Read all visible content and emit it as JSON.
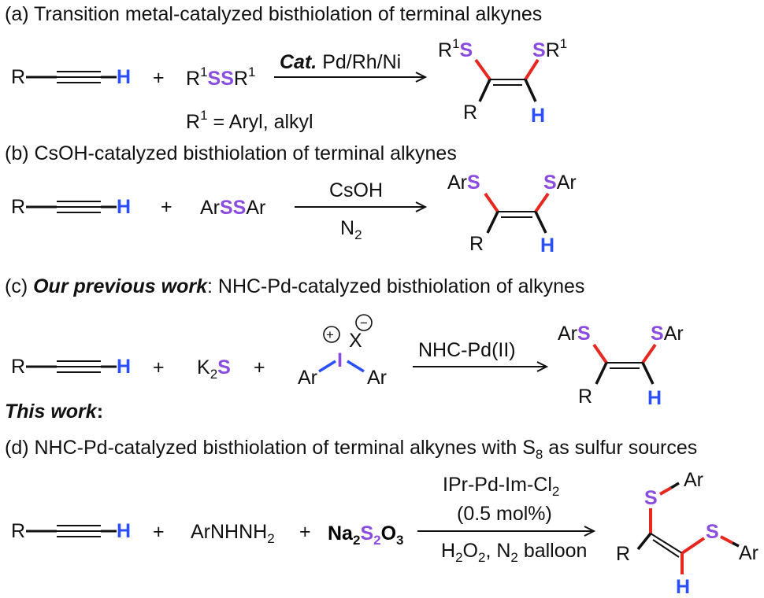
{
  "panels": {
    "a": {
      "heading": "(a) Transition metal-catalyzed bisthiolation of terminal alkynes",
      "alkyne_r": "R",
      "alkyne_h": "H",
      "plus": "+",
      "reagent": {
        "r": "R",
        "one": "1",
        "ss": "SS",
        "r2": "R",
        "one2": "1"
      },
      "cond_cat": "Cat.",
      "cond_metals": "Pd/Rh/Ni",
      "r1_def": {
        "r": "R",
        "one": "1",
        "rest": " =  Aryl, alkyl"
      },
      "product": {
        "left_r": "R",
        "left_one": "1",
        "s_left": "S",
        "s_right": "S",
        "right_r": "R",
        "right_one": "1",
        "bottom_r": "R",
        "bottom_h": "H"
      }
    },
    "b": {
      "heading": "(b) CsOH-catalyzed bisthiolation of terminal alkynes",
      "alkyne_r": "R",
      "alkyne_h": "H",
      "plus": "+",
      "reagent": {
        "ar1": "Ar",
        "ss": "SS",
        "ar2": "Ar"
      },
      "cond_top": "CsOH",
      "cond_bottom_n": "N",
      "cond_bottom_2": "2",
      "product": {
        "ar_left": "Ar",
        "s_left": "S",
        "s_right": "S",
        "ar_right": "Ar",
        "bottom_r": "R",
        "bottom_h": "H"
      }
    },
    "c": {
      "heading_prefix": "(c) ",
      "heading_emph": "Our previous work",
      "heading_rest": ": NHC-Pd-catalyzed bisthiolation of alkynes",
      "alkyne_r": "R",
      "alkyne_h": "H",
      "plus1": "+",
      "k2s": {
        "k": "K",
        "two": "2",
        "s": "S"
      },
      "plus2": "+",
      "iodonium": {
        "plus_sign": "+",
        "minus_sign": "−",
        "x": "X",
        "i": "I",
        "ar_left": "Ar",
        "ar_right": "Ar"
      },
      "cond_top": "NHC-Pd(II)",
      "product": {
        "ar_left": "Ar",
        "s_left": "S",
        "s_right": "S",
        "ar_right": "Ar",
        "bottom_r": "R",
        "bottom_h": "H"
      }
    },
    "this_work": "This work",
    "this_work_colon": ":",
    "d": {
      "heading_main": "(d) NHC-Pd-catalyzed bisthiolation of terminal alkynes with S",
      "heading_sub": "8",
      "heading_tail": " as sulfur sources",
      "alkyne_r": "R",
      "alkyne_h": "H",
      "plus1": "+",
      "hydrazine": {
        "main": "ArNHNH",
        "two": "2"
      },
      "plus2": "+",
      "thiosulfate": {
        "na": "Na",
        "na2": "2",
        "s": "S",
        "s2": "2",
        "o": "O",
        "o3": "3"
      },
      "cond_top_main": "IPr-Pd-Im-Cl",
      "cond_top_sub": "2",
      "cond_mid": "(0.5 mol%)",
      "cond_bottom": {
        "h": "H",
        "h2": "2",
        "o": "O",
        "o2": "2",
        "rest1": ", N",
        "n2": "2",
        "rest2": " balloon"
      },
      "product": {
        "s_top": "S",
        "ar_top": "Ar",
        "r": "R",
        "s_right": "S",
        "ar_right": "Ar",
        "h": "H"
      }
    }
  },
  "colors": {
    "sulfur": "#8a4ce0",
    "hydrogen": "#2b4fff",
    "new_bond": "#e8281e",
    "text": "#111111"
  }
}
